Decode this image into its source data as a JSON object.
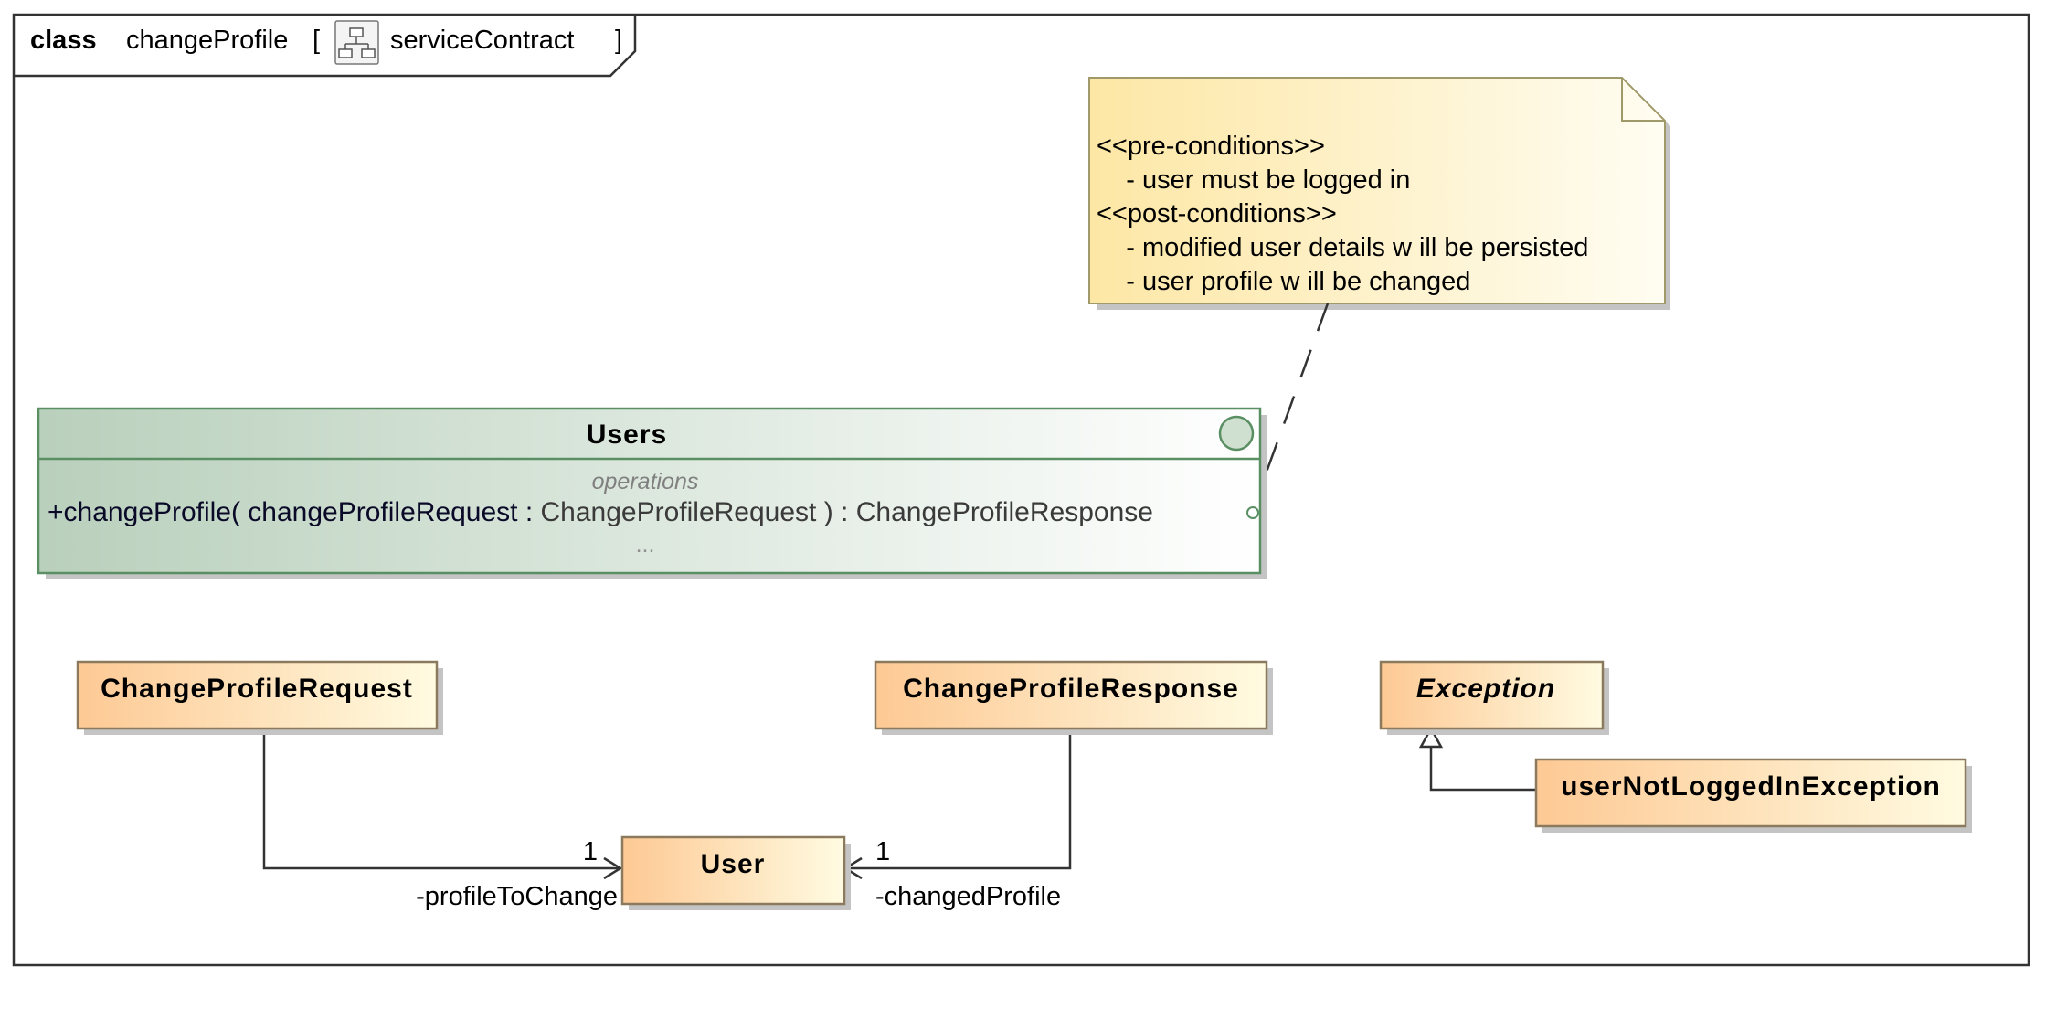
{
  "frame": {
    "keyword": "class",
    "name": "changeProfile",
    "bracket_open": "[",
    "bracket_close": "]",
    "context": "serviceContract",
    "context_icon": "package-diagram-icon"
  },
  "note": {
    "lines": [
      "<<pre-conditions>>",
      "    - user must be logged in",
      "<<post-conditions>>",
      "    - modified user details w ill be persisted",
      "    - user profile w ill be changed"
    ]
  },
  "interface": {
    "name": "Users",
    "section_label": "operations",
    "operation": {
      "prefix": "+changeProfile( changeProfileRequest : ",
      "param_type": "ChangeProfileRequest",
      "mid": " ) : ",
      "return_type": "ChangeProfileResponse"
    },
    "ellipsis": "..."
  },
  "classes": {
    "change_profile_request": "ChangeProfileRequest",
    "change_profile_response": "ChangeProfileResponse",
    "exception": "Exception",
    "user_not_logged_in_exception": "userNotLoggedInException",
    "user": "User"
  },
  "associations": {
    "request_to_user": {
      "multiplicity": "1",
      "role": "-profileToChange"
    },
    "response_to_user": {
      "multiplicity": "1",
      "role": "-changedProfile"
    }
  },
  "colors": {
    "class_gradient_start": "#fdc994",
    "class_gradient_end": "#fffbe1",
    "class_border": "#8c7a5e",
    "interface_gradient_start": "#b9d0bc",
    "interface_gradient_end": "#ffffff",
    "interface_border": "#5a8f63",
    "note_gradient_start": "#fde7a5",
    "note_gradient_end": "#fffdf2",
    "note_border": "#a09a6a",
    "shadow": "#b4b4b4",
    "line": "#333333"
  }
}
